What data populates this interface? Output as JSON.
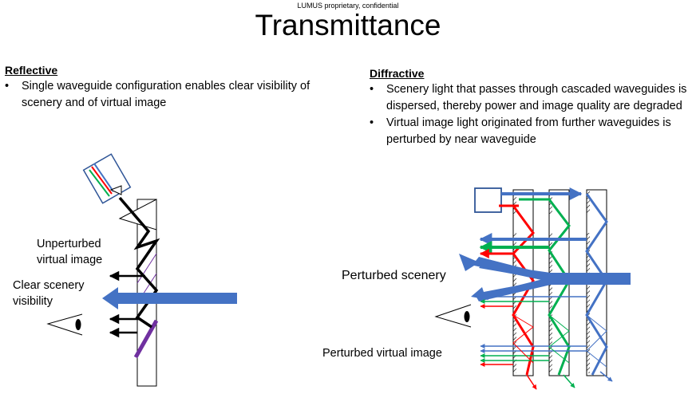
{
  "header": {
    "confidential": "LUMUS proprietary, confidential",
    "title": "Transmittance"
  },
  "reflective": {
    "heading": "Reflective",
    "bullets": [
      "Single waveguide configuration enables clear visibility of scenery and of virtual image"
    ],
    "labels": {
      "unperturbed_1": "Unperturbed",
      "unperturbed_2": "virtual image",
      "clear_1": "Clear scenery",
      "clear_2": "visibility"
    }
  },
  "diffractive": {
    "heading": "Diffractive",
    "bullets": [
      "Scenery light that passes through cascaded waveguides is dispersed, thereby power and image quality are degraded",
      "Virtual image light originated from further waveguides is perturbed by near waveguide"
    ],
    "labels": {
      "perturbed_scenery": "Perturbed scenery",
      "perturbed_virtual": "Perturbed virtual image"
    }
  },
  "colors": {
    "blue": "#4472C4",
    "red": "#FF0000",
    "green": "#00B050",
    "purple": "#7030A0",
    "outline": "#2F5597"
  }
}
